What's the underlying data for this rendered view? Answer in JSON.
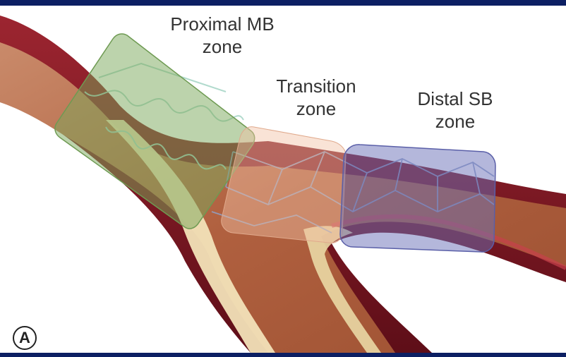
{
  "figure": {
    "panel_letter": "A",
    "zones": {
      "proximal": {
        "line1": "Proximal MB",
        "line2": "zone",
        "color": "#7aa85a"
      },
      "transition": {
        "line1": "Transition",
        "line2": "zone",
        "color": "#e8a98a"
      },
      "distal": {
        "line1": "Distal SB",
        "line2": "zone",
        "color": "#6a6fb8"
      }
    },
    "colors": {
      "frame": "#0c1f63",
      "vessel_wall": "#7d1622",
      "vessel_inner": "#c7404b",
      "plaque": "#f2e2b8",
      "lumen_tissue": "#b76a4e"
    }
  }
}
